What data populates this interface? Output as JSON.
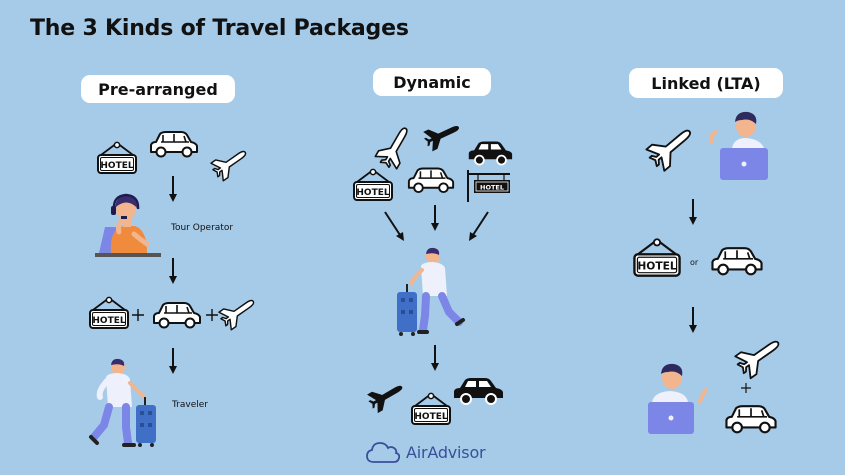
{
  "title": "The 3 Kinds of Travel Packages",
  "columns": {
    "pre_arranged": {
      "heading": "Pre-arranged",
      "tour_operator_label": "Tour Operator",
      "traveler_label": "Traveler"
    },
    "dynamic": {
      "heading": "Dynamic"
    },
    "linked": {
      "heading": "Linked (LTA)",
      "or_label": "or"
    }
  },
  "hotel_sign_text": "HOTEL",
  "brand": "AirAdvisor",
  "colors": {
    "background": "#a6cbe9",
    "skin": "#f2b58e",
    "shirt": "#eef0fb",
    "pants": "#7b86e6",
    "suitcase": "#3f6fc7",
    "laptop": "#7b86e6",
    "operator_shirt": "#f08a3c",
    "brand_blue": "#3a4f9a"
  }
}
